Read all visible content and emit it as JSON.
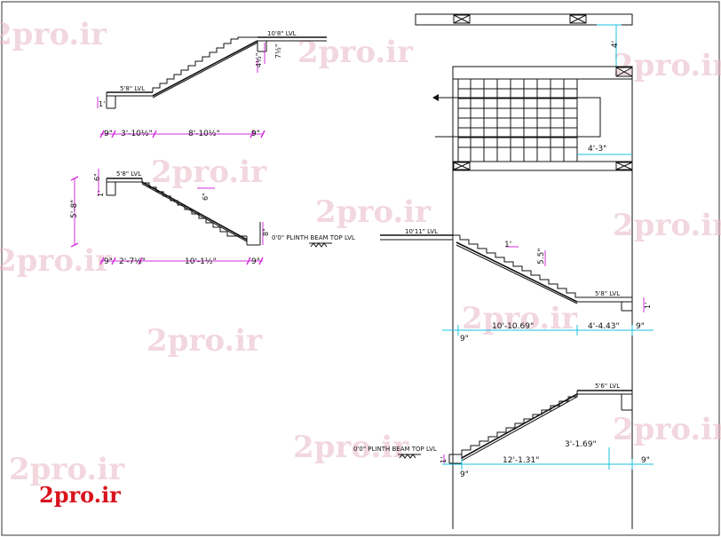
{
  "watermark": "2pro.ir",
  "logo": "2pro.ir",
  "upper_left_section": {
    "top_level": "10'8\" LVL",
    "bottom_level": "5'8\" LVL",
    "riser_left": "1'",
    "riser_1": "4½\"",
    "riser_2": "7½\"",
    "dims": [
      "9\"",
      "3'-10½\"",
      "8'-10½\"",
      "9\""
    ]
  },
  "lower_left_section": {
    "top_level": "5'8\" LVL",
    "height_total": "5'-8\"",
    "riser_top": "6\"",
    "riser_top_left": "1'",
    "tread": "6\"",
    "riser_bottom": "8\"",
    "plinth": "0'0\" PLINTH BEAM TOP LVL",
    "dims": [
      "9\"",
      "2'-7½\"",
      "10'-1½\"",
      "9\""
    ]
  },
  "plan": {
    "dim_top": "4'",
    "dim_landing": "4'-3\""
  },
  "right_upper_section": {
    "top_level": "10'11\" LVL",
    "bottom_level": "5'8\" LVL",
    "tread": "1'",
    "riser": "5.5\"",
    "riser_right": "1'",
    "dims": [
      "9\"",
      "10'-10.69\"",
      "4'-4.43\"",
      "9\""
    ]
  },
  "right_lower_section": {
    "top_level": "5'6\" LVL",
    "plinth": "0'0\" PLINTH BEAM TOP LVL",
    "riser_left": "1'",
    "dims": [
      "9\"",
      "12'-1.31\"",
      "3'-1.69\"",
      "9\""
    ]
  }
}
